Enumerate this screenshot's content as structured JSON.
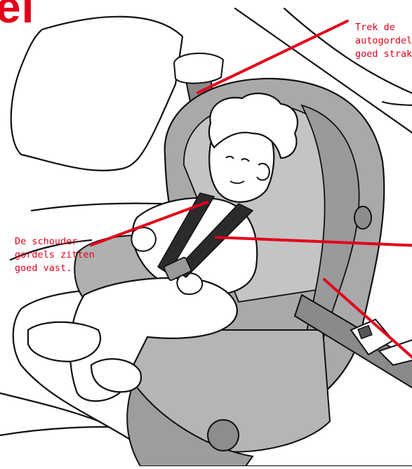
{
  "title": "el",
  "annotations": {
    "top_right": [
      "Trek de",
      "autogordel",
      "goed strak"
    ],
    "left": [
      "De schouder-",
      "gordels zitten",
      "goed vast."
    ]
  },
  "colors": {
    "accent": "#e2001a",
    "line": "#111111",
    "seat": "#a9a9a9",
    "seat_dark": "#7f7f7f",
    "belt": "#2b2b2b"
  }
}
